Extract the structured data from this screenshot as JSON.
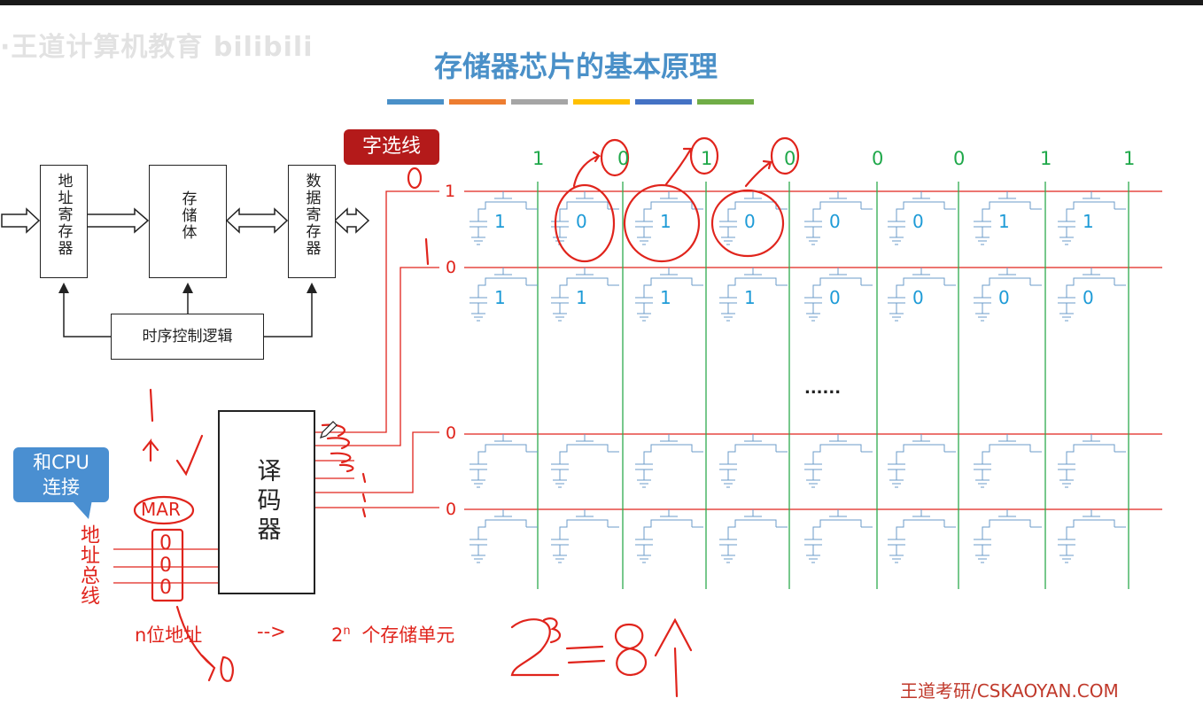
{
  "watermark": "·王道计算机教育 bilibili",
  "title": "存储器芯片的基本原理",
  "stripe_colors": [
    "#4a90c8",
    "#ed7d31",
    "#a5a5a5",
    "#ffc000",
    "#4472c4",
    "#70ad47"
  ],
  "block_diagram": {
    "address_register": "地址寄存器",
    "storage_body": "存储体",
    "data_register": "数据寄存器",
    "timing_control": "时序控制逻辑"
  },
  "word_select_label": "字选线",
  "cpu_bubble": {
    "line1": "和CPU",
    "line2": "连接"
  },
  "decoder": "译码器",
  "mar": "MAR",
  "mar_bits": [
    "0",
    "0",
    "0"
  ],
  "address_bus": "地址总线",
  "formula": {
    "n_bits": "n位地址",
    "arrow": "-->",
    "base": "2",
    "exp": "n",
    "cells": "个存储单元"
  },
  "handwriting": "2³=8个",
  "row_values": [
    "1",
    "0",
    "0",
    "0"
  ],
  "column_values": [
    "1",
    "0",
    "1",
    "0",
    "0",
    "0",
    "1",
    "1"
  ],
  "cell_values": [
    [
      "1",
      "0",
      "1",
      "0",
      "0",
      "0",
      "1",
      "1"
    ],
    [
      "1",
      "1",
      "1",
      "1",
      "0",
      "0",
      "0",
      "0"
    ]
  ],
  "ellipsis": "......",
  "brand": "王道考研/CSKAOYAN.COM"
}
